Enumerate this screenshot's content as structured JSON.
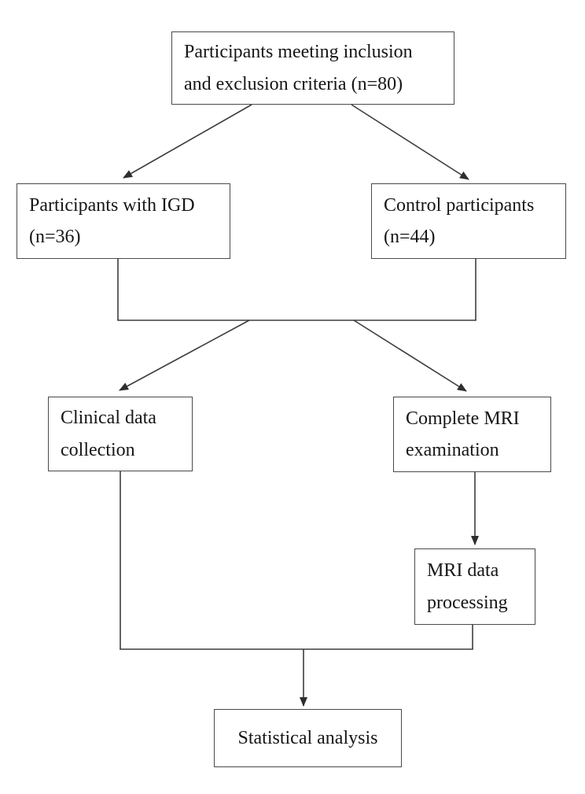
{
  "figure": {
    "type": "flowchart",
    "background_color": "#ffffff",
    "line_color": "#3d3d3d",
    "box_border_color": "#4a4a4a",
    "text_color": "#161616"
  },
  "nodes": {
    "inclusion": {
      "lines": [
        "Participants meeting inclusion",
        "and exclusion criteria (n=80)"
      ]
    },
    "igd": {
      "lines": [
        "Participants with IGD",
        "(n=36)"
      ]
    },
    "control": {
      "lines": [
        "Control participants",
        "(n=44)"
      ]
    },
    "clinical": {
      "lines": [
        "Clinical data",
        "collection"
      ]
    },
    "mri_exam": {
      "lines": [
        "Complete MRI",
        "examination"
      ]
    },
    "mri_proc": {
      "lines": [
        "MRI data",
        "processing"
      ]
    },
    "stats": {
      "lines": [
        "Statistical analysis"
      ]
    }
  },
  "edges": [
    {
      "from": "inclusion",
      "to": "igd",
      "style": "arrow"
    },
    {
      "from": "inclusion",
      "to": "control",
      "style": "arrow"
    },
    {
      "from": "igd",
      "to": "clinical",
      "style": "arrow",
      "via": "merged-branch"
    },
    {
      "from": "control",
      "to": "mri_exam",
      "style": "arrow",
      "via": "merged-branch"
    },
    {
      "from": "mri_exam",
      "to": "mri_proc",
      "style": "arrow"
    },
    {
      "from": "clinical",
      "to": "stats",
      "style": "arrow",
      "via": "merged-branch"
    },
    {
      "from": "mri_proc",
      "to": "stats",
      "style": "arrow",
      "via": "merged-branch"
    }
  ]
}
